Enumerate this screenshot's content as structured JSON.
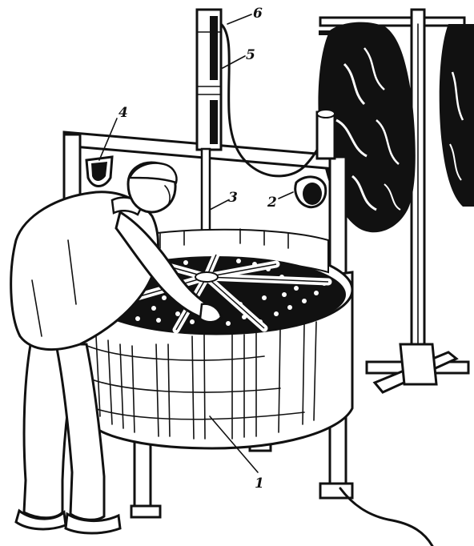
{
  "labels": {
    "l1": "1",
    "l2": "2",
    "l3": "3",
    "l4": "4",
    "l5": "5",
    "l6": "6"
  },
  "colors": {
    "ink": "#111111",
    "paper": "#ffffff"
  }
}
